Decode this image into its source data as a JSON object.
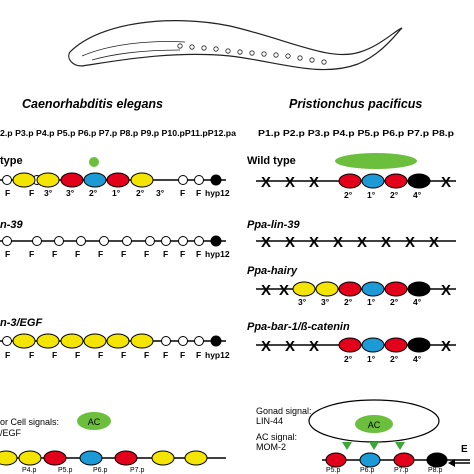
{
  "titles": {
    "left": "Caenorhabditis elegans",
    "right": "Pristionchus pacificus"
  },
  "cell_labels": {
    "left": "2.p P3.p P4.p P5.p P6.p P7.p P8.p P9.p P10.pP11.pP12.pa",
    "right": "P1.p P2.p P3.p P4.p P5.p P6.p P7.p P8.p"
  },
  "left_rows": {
    "wildtype": {
      "label": "type",
      "fates": [
        "F",
        "F",
        "3°",
        "3°",
        "2°",
        "1°",
        "2°",
        "3°",
        "F",
        "F",
        "hyp12"
      ]
    },
    "lin39": {
      "label": "n-39",
      "fates": [
        "F",
        "F",
        "F",
        "F",
        "F",
        "F",
        "F",
        "F",
        "F",
        "F",
        "hyp12"
      ]
    },
    "lin3": {
      "label": "n-3/EGF",
      "fates": [
        "F",
        "F",
        "F",
        "F",
        "F",
        "F",
        "F",
        "F",
        "F",
        "F",
        "hyp12"
      ]
    }
  },
  "right_rows": {
    "wildtype": {
      "label": "Wild type",
      "fates": [
        "2°",
        "1°",
        "2°",
        "4°"
      ]
    },
    "lin39": {
      "label": "Ppa-lin-39"
    },
    "hairy": {
      "label": "Ppa-hairy",
      "fates": [
        "3°",
        "3°",
        "2°",
        "1°",
        "2°",
        "4°"
      ]
    },
    "bar1": {
      "label": "Ppa-bar-1/ß-catenin",
      "fates": [
        "2°",
        "1°",
        "2°",
        "4°"
      ]
    }
  },
  "bottom_left": {
    "signal_text_1": "or Cell signals:",
    "signal_text_2": "/EGF",
    "ac_label": "AC",
    "cells": [
      "P4.p",
      "P5.p",
      "P6.p",
      "P7.p"
    ]
  },
  "bottom_right": {
    "gonad_signal_1": "Gonad signal:",
    "gonad_signal_2": "LIN-44",
    "ac_signal_1": "AC signal:",
    "ac_signal_2": "MOM-2",
    "ac_label": "AC",
    "cells": [
      "P5.p",
      "P6.p",
      "P7.p",
      "P8.p"
    ],
    "edge_text": "E"
  },
  "colors": {
    "yellow": "#f3e500",
    "red": "#e2001a",
    "blue": "#1b9ad6",
    "green": "#6cbf3c",
    "black": "#000000"
  }
}
